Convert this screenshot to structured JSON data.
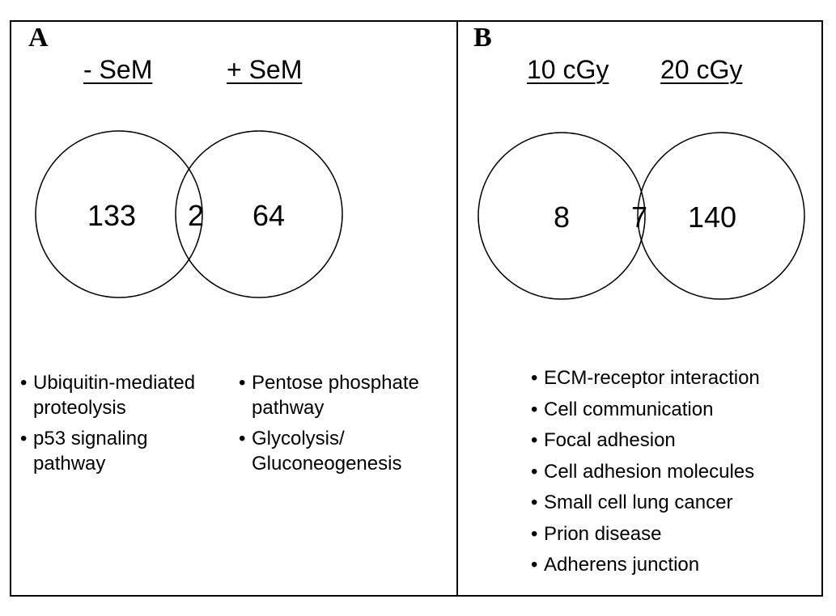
{
  "panels": [
    {
      "letter": "A",
      "left_set": "- SeM",
      "right_set": "+ SeM",
      "only_left": "133",
      "both": "2",
      "only_right": "64",
      "left_pathways": [
        "Ubiquitin-mediated proteolysis",
        "p53 signaling pathway"
      ],
      "right_pathways": [
        "Pentose phosphate pathway",
        "Glycolysis/ Gluconeogenesis"
      ]
    },
    {
      "letter": "B",
      "left_set": "10 cGy",
      "right_set": "20 cGy",
      "only_left": "8",
      "both": "7",
      "only_right": "140",
      "pathways": [
        "ECM-receptor interaction",
        "Cell communication",
        "Focal adhesion",
        "Cell adhesion molecules",
        "Small cell lung cancer",
        "Prion disease",
        "Adherens junction"
      ]
    }
  ]
}
